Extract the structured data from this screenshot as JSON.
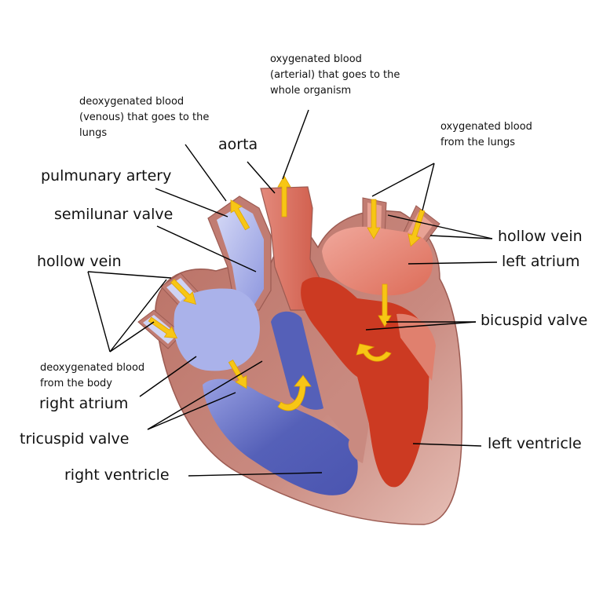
{
  "colors": {
    "muscle": "#c98a80",
    "muscle_dark": "#a8655c",
    "vessel_red": "#d85a4a",
    "chamber_red": "#cc3a22",
    "chamber_blue": "#5560b8",
    "blue_light": "#aeb6ea",
    "arrow": "#f7c615"
  },
  "labels": {
    "deoxy_to_lungs": [
      "deoxygenated blood",
      "(venous) that goes to the",
      "lungs"
    ],
    "oxy_whole": [
      "oxygenated blood",
      "(arterial) that goes to the",
      "whole organism"
    ],
    "oxy_from_lungs": [
      "oxygenated blood",
      "from the lungs"
    ],
    "aorta": "aorta",
    "pulmonary_artery": "pulmunary artery",
    "semilunar_valve": "semilunar valve",
    "hollow_vein_left": "hollow vein",
    "hollow_vein_right": "hollow vein",
    "left_atrium": "left atrium",
    "bicuspid_valve": "bicuspid valve",
    "deoxy_from_body": [
      "deoxygenated blood",
      "from the body"
    ],
    "right_atrium": "right atrium",
    "tricuspid_valve": "tricuspid valve",
    "left_ventricle": "left ventricle",
    "right_ventricle": "right ventricle"
  }
}
